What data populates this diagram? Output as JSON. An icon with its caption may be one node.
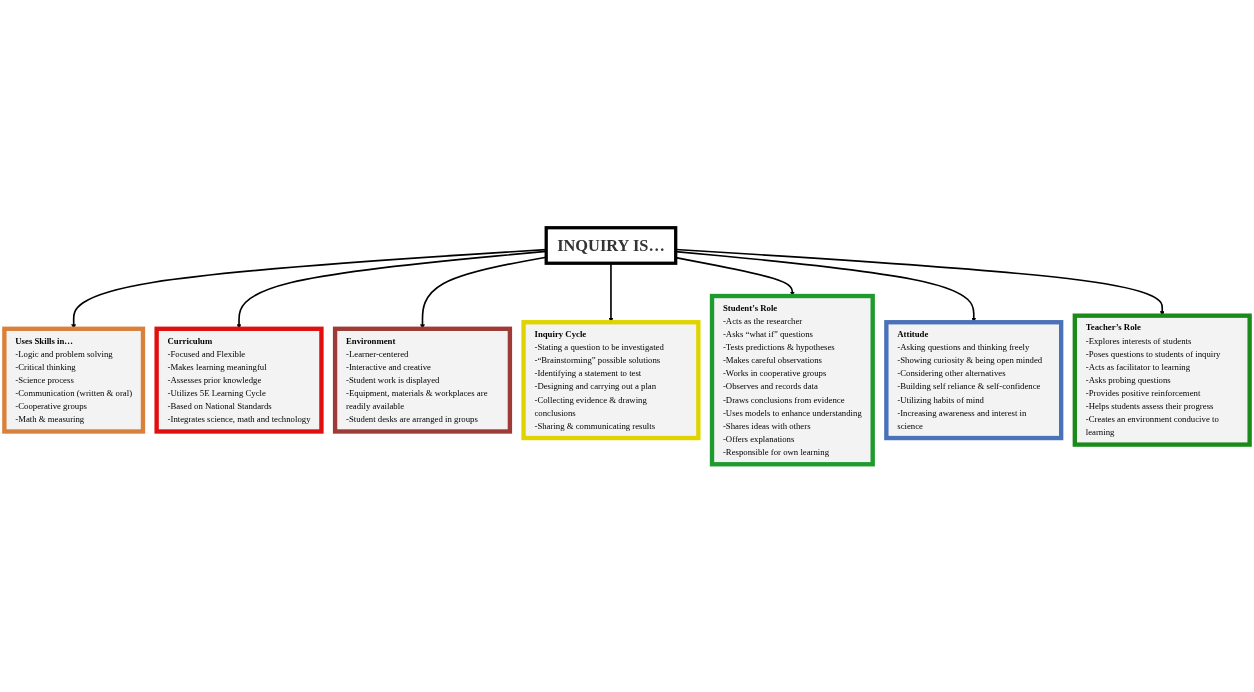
{
  "diagram": {
    "nodes": [
      {
        "text": [
          "Uses Skills in…",
          "-Logic and problem solving",
          "-Critical thinking",
          "-Science process",
          "-Communication (written & oral)",
          "-Cooperative groups",
          "-Math & measuring"
        ]
      },
      {
        "text": [
          "Curriculum",
          "-Focused and Flexible",
          "-Makes learning meaningful",
          "-Assesses prior knowledge",
          "-Utilizes 5E Learning Cycle",
          "-Based on National Standards",
          "-Integrates science, math and technology"
        ]
      },
      {
        "text": [
          "Environment",
          "-Learner-centered",
          "-Interactive and creative",
          "-Student work is displayed",
          "-Equipment, materials & workplaces are readily available",
          "-Student desks are arranged in groups"
        ]
      },
      {
        "text": [
          "Inquiry Cycle",
          "-Stating a question to be investigated",
          "-“Brainstorming” possible solutions",
          "-Identifying a statement to test",
          "-Designing and carrying out a plan",
          "-Collecting evidence & drawing conclusions",
          "-Sharing & communicating results"
        ]
      },
      {
        "text": [
          "INQUIRY IS…"
        ]
      },
      {
        "text": [
          "Student’s Role",
          "-Acts as the researcher",
          "-Asks “what if” questions",
          "-Tests predictions & hypotheses",
          "-Makes careful observations",
          "-Works in cooperative groups",
          "-Observes and records data",
          "-Draws conclusions from evidence",
          "-Uses models to enhance understanding",
          "-Shares ideas with others",
          "-Offers explanations",
          "-Responsible for own learning"
        ]
      },
      {
        "text": [
          "Attitude",
          "-Asking questions and thinking freely",
          "-Showing curiosity & being open minded",
          "-Considering other alternatives",
          "-Building self reliance & self-confidence",
          "-Utilizing habits of mind",
          "-Increasing awareness and interest in science"
        ]
      },
      {
        "text": [
          "Teacher’s Role",
          "-Explores interests of students",
          "-Poses questions to students of inquiry",
          "-Acts as facilitator to learning",
          "-Asks probing questions",
          "-Provides positive reinforcement",
          "-Helps students assess their progress",
          "-Creates an environment conducive to learning"
        ]
      }
    ],
    "edges": [
      {
        "from": 4,
        "to": 0,
        "arrow": "to"
      },
      {
        "from": 4,
        "to": 1,
        "arrow": "to"
      },
      {
        "from": 4,
        "to": 2,
        "arrow": "to"
      },
      {
        "from": 4,
        "to": 3,
        "arrow": "to"
      },
      {
        "from": 4,
        "to": 5,
        "arrow": "to"
      },
      {
        "from": 4,
        "to": 6,
        "arrow": "to"
      },
      {
        "from": 4,
        "to": 7,
        "arrow": "to"
      }
    ]
  }
}
